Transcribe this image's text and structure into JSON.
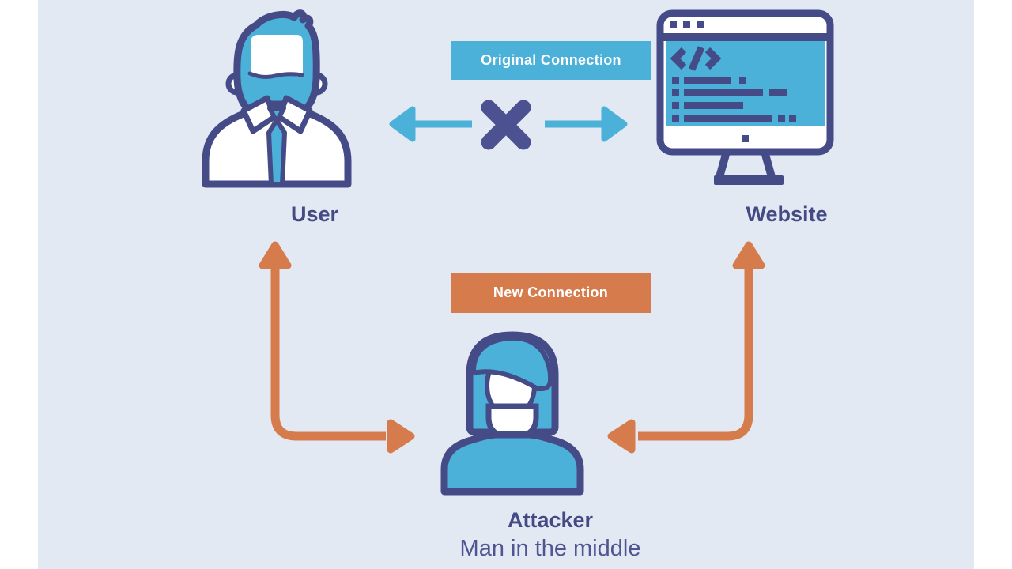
{
  "diagram": {
    "background_color": "#e2e9f3",
    "margin_color": "#ffffff"
  },
  "palette": {
    "blue": "#4bb1d8",
    "navy": "#454b87",
    "x_indigo": "#4c5191",
    "orange": "#d67b4c",
    "label_text": "#434a84",
    "sublabel_text": "#4f5591",
    "badge_text": "#ffffff"
  },
  "nodes": {
    "user": {
      "label": "User",
      "icon": "user-man-icon"
    },
    "website": {
      "label": "Website",
      "icon": "website-code-monitor-icon"
    },
    "attacker": {
      "label": "Attacker",
      "sublabel": "Man in the middle",
      "icon": "attacker-woman-icon"
    }
  },
  "connections": {
    "original": {
      "label": "Original Connection",
      "blocked_icon": "x-cross-icon"
    },
    "new": {
      "label": "New Connection"
    }
  }
}
